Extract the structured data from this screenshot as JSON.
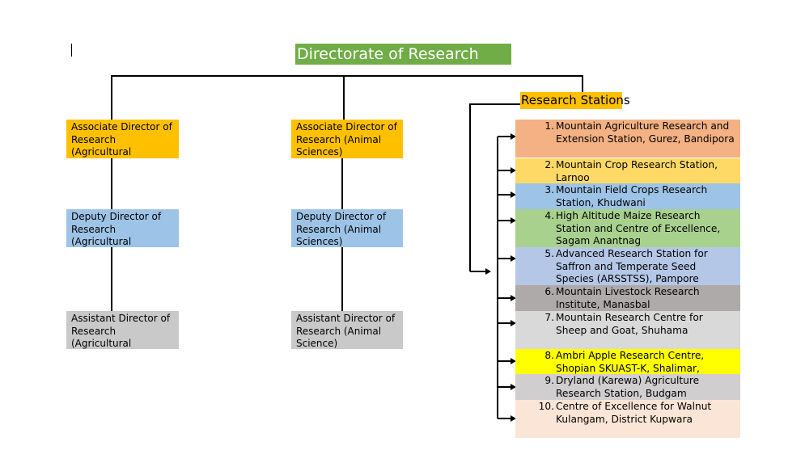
{
  "diagram": {
    "title": "Directorate of Research",
    "research_stations_label": "Research Stations",
    "columns": [
      {
        "boxes": [
          "Associate  Director of Research (Agricultural Sciences)",
          "Deputy Director of Research (Agricultural Sciences)",
          "Assistant Director of Research (Agricultural Sciences)"
        ]
      },
      {
        "boxes": [
          "Associate  Director of Research (Animal Sciences)",
          "Deputy Director of Research (Animal Sciences)",
          "Assistant Director of Research (Animal Science)"
        ]
      }
    ],
    "stations": [
      {
        "num": "1.",
        "name": "Mountain Agriculture Research and Extension Station, Gurez, Bandipora"
      },
      {
        "num": "2.",
        "name": "Mountain Crop Research Station, Larnoo"
      },
      {
        "num": "3.",
        "name": "Mountain Field Crops Research Station, Khudwani"
      },
      {
        "num": "4.",
        "name": "High Altitude Maize Research Station and Centre of Excellence, Sagam Anantnag"
      },
      {
        "num": "5.",
        "name": "Advanced Research Station for Saffron and Temperate Seed Species (ARSSTSS), Pampore"
      },
      {
        "num": "6.",
        "name": "Mountain Livestock Research Institute, Manasbal"
      },
      {
        "num": "7.",
        "name": "Mountain Research Centre for Sheep and Goat, Shuhama"
      },
      {
        "num": "8.",
        "name": "Ambri Apple Research Centre, Shopian SKUAST-K, Shalimar, Kashmir."
      },
      {
        "num": "9.",
        "name": "Dryland (Karewa) Agriculture Research Station, Budgam"
      },
      {
        "num": "10.",
        "name": "Centre of Excellence for Walnut Kulangam, District Kupwara"
      }
    ],
    "colors": {
      "title_bg": "#70ad47",
      "research_stations_bg": "#ffc000",
      "associate_bg": "#ffc000",
      "deputy_bg": "#9dc3e6",
      "assistant_bg": "#c9c9c9",
      "station_bgs": [
        "#f4b183",
        "#ffd966",
        "#9dc3e6",
        "#a9d18e",
        "#b4c7e7",
        "#aeaaaa",
        "#d9d9d9",
        "#ffff00",
        "#d0cece",
        "#fbe5d6"
      ]
    }
  }
}
